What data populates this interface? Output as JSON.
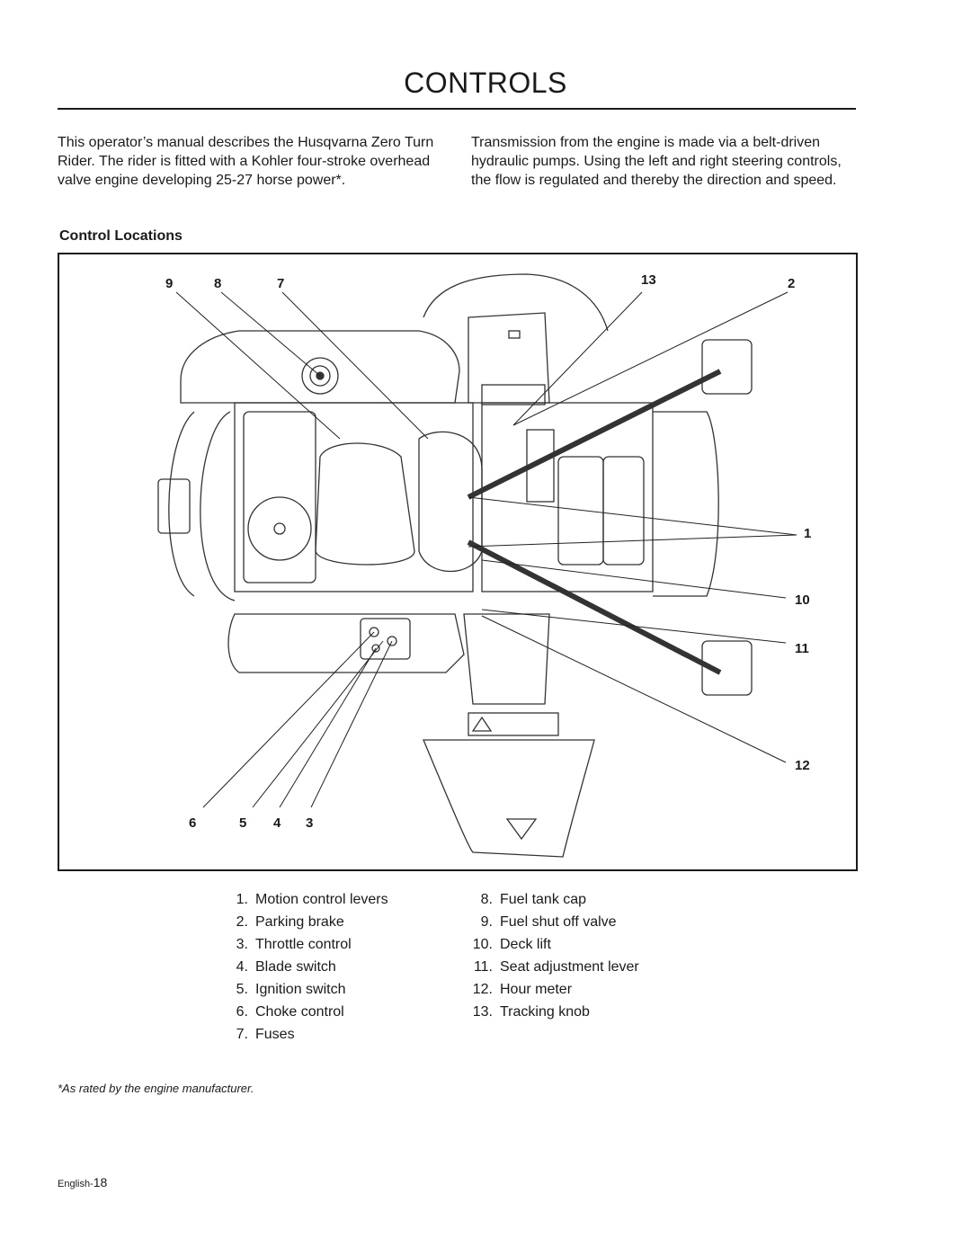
{
  "page": {
    "title": "CONTROLS",
    "intro_left": "This operator’s manual describes the Husqvarna Zero Turn Rider. The rider is fitted with a Kohler four-stroke overhead valve engine developing 25-27 horse power*.",
    "intro_right": "Transmission from the engine is made via a belt-driven hydraulic pumps. Using the left and right steering controls, the flow is regulated and thereby the direction and speed.",
    "section_heading": "Control Locations",
    "footnote": "*As rated by the engine manufacturer.",
    "page_prefix": "English-",
    "page_number": "18"
  },
  "figure": {
    "callouts": [
      "9",
      "8",
      "7",
      "13",
      "2",
      "1",
      "10",
      "11",
      "12",
      "6",
      "5",
      "4",
      "3"
    ]
  },
  "legend_left": [
    {
      "num": "1.",
      "label": "Motion control levers"
    },
    {
      "num": "2.",
      "label": "Parking brake"
    },
    {
      "num": "3.",
      "label": "Throttle control"
    },
    {
      "num": "4.",
      "label": "Blade switch"
    },
    {
      "num": "5.",
      "label": "Ignition switch"
    },
    {
      "num": "6.",
      "label": "Choke control"
    },
    {
      "num": "7.",
      "label": "Fuses"
    }
  ],
  "legend_right": [
    {
      "num": "8.",
      "label": "Fuel tank cap"
    },
    {
      "num": "9.",
      "label": "Fuel shut off valve"
    },
    {
      "num": "10.",
      "label": "Deck lift"
    },
    {
      "num": "11.",
      "label": "Seat adjustment lever"
    },
    {
      "num": "12.",
      "label": "Hour meter"
    },
    {
      "num": "13.",
      "label": "Tracking knob"
    }
  ]
}
